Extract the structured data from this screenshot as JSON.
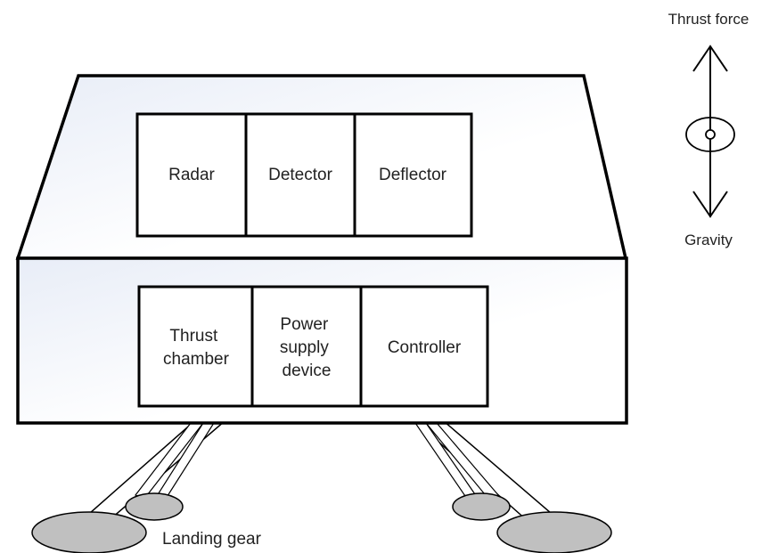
{
  "colors": {
    "body_fill_start": "#e8edf7",
    "body_fill_end": "#ffffff",
    "outline": "#000000",
    "foot_fill": "#c0c0c0",
    "text": "#222222"
  },
  "upper_modules": [
    "Radar",
    "Detector",
    "Deflector"
  ],
  "lower_modules": [
    [
      "Thrust",
      "chamber"
    ],
    [
      "Power",
      "supply",
      "device"
    ],
    [
      "Controller"
    ]
  ],
  "force_indicator": {
    "top_label": "Thrust force",
    "bottom_label": "Gravity"
  },
  "landing_gear_label": "Landing gear"
}
